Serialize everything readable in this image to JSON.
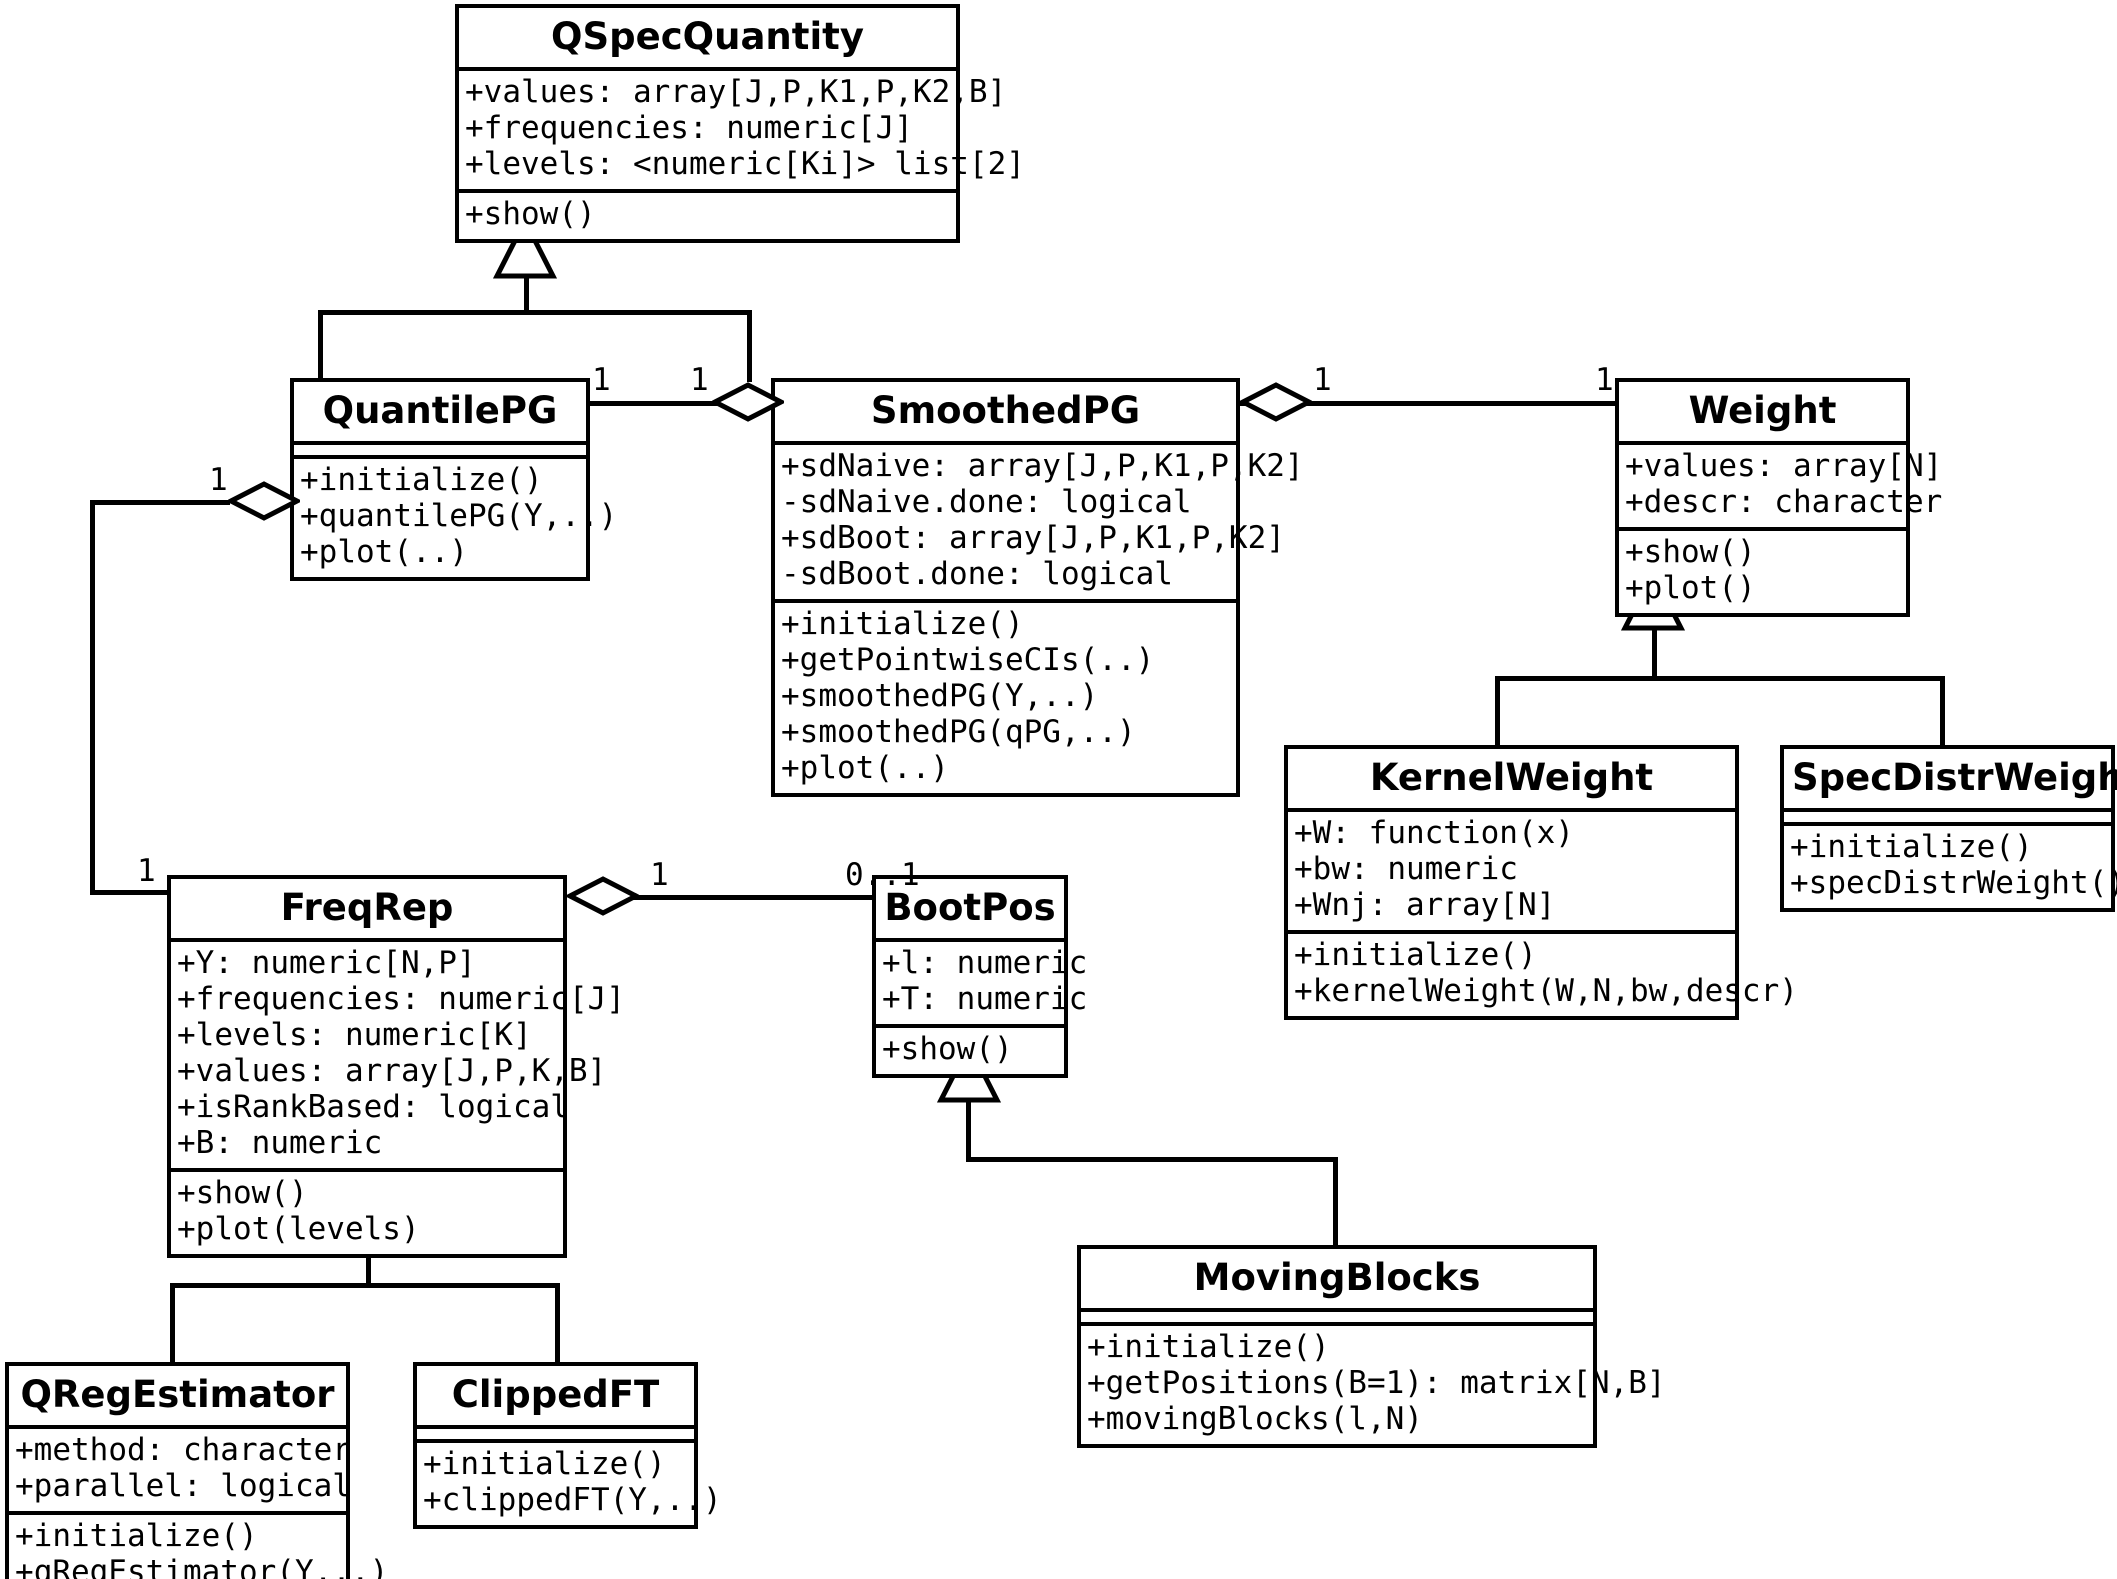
{
  "diagram": {
    "title": "UML class diagram",
    "stroke_color": "#000000",
    "background_color": "#ffffff"
  },
  "classes": {
    "qspecquantity": {
      "name": "QSpecQuantity",
      "attributes": [
        "+values: array[J,P,K1,P,K2,B]",
        "+frequencies: numeric[J]",
        "+levels: <numeric[Ki]> list[2]"
      ],
      "operations": [
        "+show()"
      ]
    },
    "quantilepg": {
      "name": "QuantilePG",
      "attributes": [],
      "operations": [
        "+initialize()",
        "+quantilePG(Y,..)",
        "+plot(..)"
      ]
    },
    "smoothedpg": {
      "name": "SmoothedPG",
      "attributes": [
        "+sdNaive: array[J,P,K1,P,K2]",
        "-sdNaive.done: logical",
        "+sdBoot: array[J,P,K1,P,K2]",
        "-sdBoot.done: logical"
      ],
      "operations": [
        "+initialize()",
        "+getPointwiseCIs(..)",
        "+smoothedPG(Y,..)",
        "+smoothedPG(qPG,..)",
        "+plot(..)"
      ]
    },
    "weight": {
      "name": "Weight",
      "attributes": [
        "+values: array[N]",
        "+descr: character"
      ],
      "operations": [
        "+show()",
        "+plot()"
      ]
    },
    "kernelweight": {
      "name": "KernelWeight",
      "attributes": [
        "+W: function(x)",
        "+bw: numeric",
        "+Wnj: array[N]"
      ],
      "operations": [
        "+initialize()",
        "+kernelWeight(W,N,bw,descr)"
      ]
    },
    "specdistrweight": {
      "name": "SpecDistrWeight",
      "attributes": [],
      "operations": [
        "+initialize()",
        "+specDistrWeight()"
      ]
    },
    "freqrep": {
      "name": "FreqRep",
      "attributes": [
        "+Y: numeric[N,P]",
        "+frequencies: numeric[J]",
        "+levels: numeric[K]",
        "+values: array[J,P,K,B]",
        "+isRankBased: logical",
        "+B: numeric"
      ],
      "operations": [
        "+show()",
        "+plot(levels)"
      ]
    },
    "bootpos": {
      "name": "BootPos",
      "attributes": [
        "+l: numeric",
        "+T: numeric"
      ],
      "operations": [
        "+show()"
      ]
    },
    "movingblocks": {
      "name": "MovingBlocks",
      "attributes": [],
      "operations": [
        "+initialize()",
        "+getPositions(B=1): matrix[N,B]",
        "+movingBlocks(l,N)"
      ]
    },
    "qregestimator": {
      "name": "QRegEstimator",
      "attributes": [
        "+method: character",
        "+parallel: logical"
      ],
      "operations": [
        "+initialize()",
        "+qRegEstimator(Y,..)"
      ]
    },
    "clippedft": {
      "name": "ClippedFT",
      "attributes": [],
      "operations": [
        "+initialize()",
        "+clippedFT(Y,..)"
      ]
    }
  },
  "relationships": {
    "generalizations": [
      {
        "parent": "QSpecQuantity",
        "children": [
          "QuantilePG",
          "SmoothedPG"
        ]
      },
      {
        "parent": "Weight",
        "children": [
          "KernelWeight",
          "SpecDistrWeight"
        ]
      },
      {
        "parent": "FreqRep",
        "children": [
          "QRegEstimator",
          "ClippedFT"
        ]
      },
      {
        "parent": "BootPos",
        "children": [
          "MovingBlocks"
        ]
      }
    ],
    "aggregations": [
      {
        "whole": "SmoothedPG",
        "part": "QuantilePG",
        "whole_mult": "1",
        "part_mult": "1"
      },
      {
        "whole": "SmoothedPG",
        "part": "Weight",
        "whole_mult": "1",
        "part_mult": "1"
      },
      {
        "whole": "QuantilePG",
        "part": "FreqRep",
        "whole_mult": "1",
        "part_mult": "1"
      },
      {
        "whole": "FreqRep",
        "part": "BootPos",
        "whole_mult": "1",
        "part_mult": "0..1"
      }
    ]
  },
  "multiplicity_labels": {
    "quantilepg_right": "1",
    "smoothedpg_left": "1",
    "smoothedpg_right": "1",
    "weight_left": "1",
    "quantilepg_part_left": "1",
    "freqrep_left": "1",
    "freqrep_right": "1",
    "bootpos_left": "0..1"
  }
}
